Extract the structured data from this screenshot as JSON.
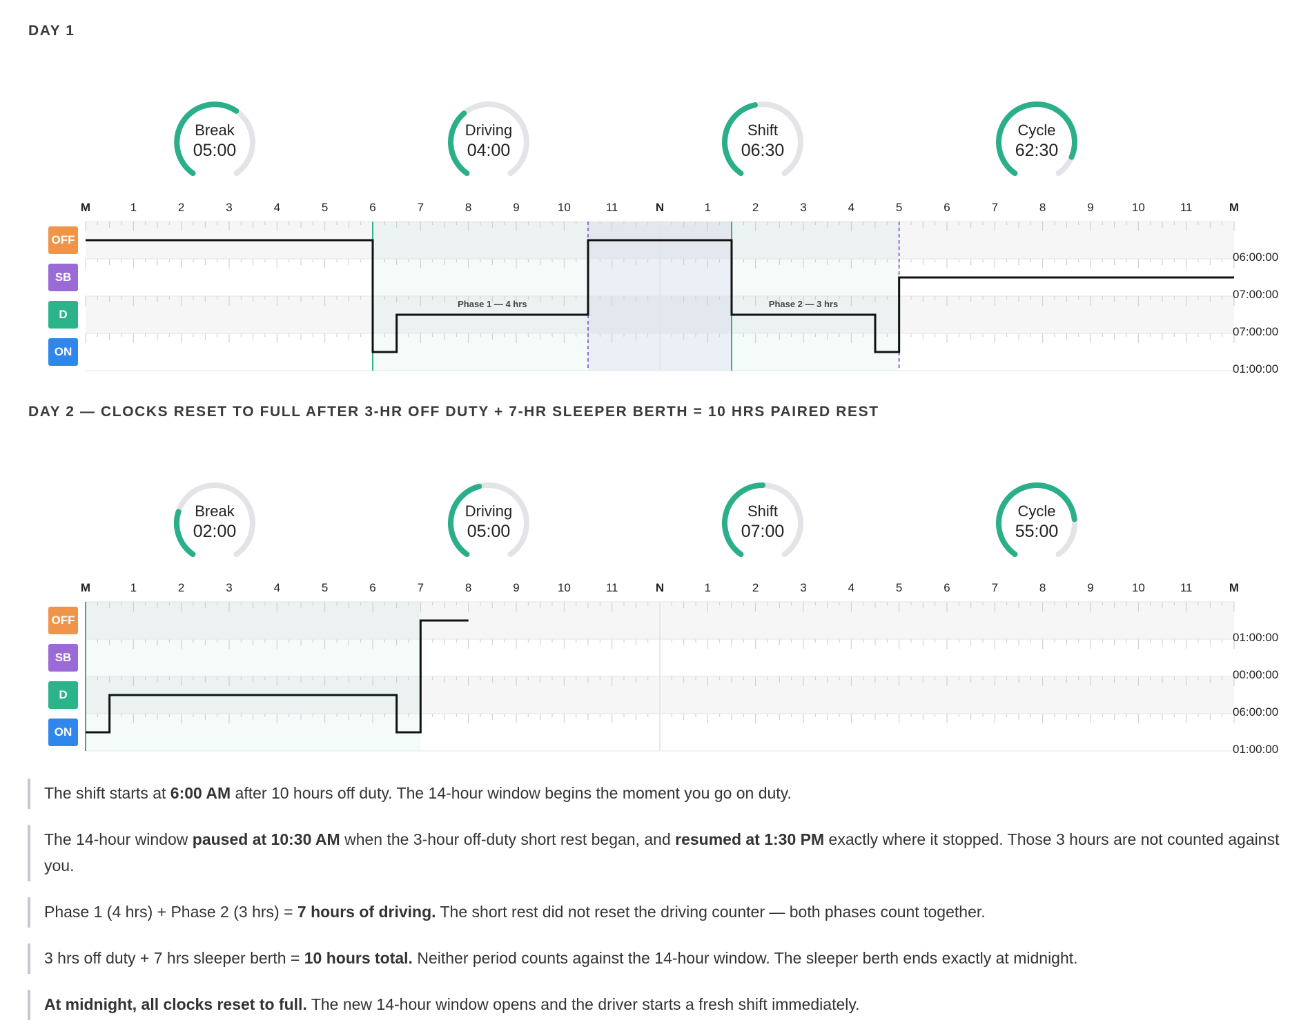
{
  "days": [
    {
      "title": "DAY 1",
      "gauges": [
        {
          "label": "Break",
          "value": "05:00",
          "fraction": 0.62
        },
        {
          "label": "Driving",
          "value": "04:00",
          "fraction": 0.36
        },
        {
          "label": "Shift",
          "value": "06:30",
          "fraction": 0.46
        },
        {
          "label": "Cycle",
          "value": "62:30",
          "fraction": 0.89
        }
      ],
      "status_rows": [
        "OFF",
        "SB",
        "D",
        "ON"
      ],
      "totals": [
        "06:00:00",
        "07:00:00",
        "07:00:00",
        "01:00:00"
      ],
      "segments": [
        {
          "status": "OFF",
          "start": 0,
          "end": 6
        },
        {
          "status": "ON",
          "start": 6,
          "end": 6.5
        },
        {
          "status": "D",
          "start": 6.5,
          "end": 10.5
        },
        {
          "status": "OFF",
          "start": 10.5,
          "end": 13.5
        },
        {
          "status": "D",
          "start": 13.5,
          "end": 16.5
        },
        {
          "status": "ON",
          "start": 16.5,
          "end": 17
        },
        {
          "status": "SB",
          "start": 17,
          "end": 24
        }
      ],
      "shift_window": {
        "start": 6,
        "end": 17
      },
      "paused_window": {
        "start": 10.5,
        "end": 13.5
      },
      "markers": [
        {
          "hour": 6,
          "style": "solid",
          "color": "#2bb389"
        },
        {
          "hour": 10.5,
          "style": "dashed",
          "color": "#8f6fd8"
        },
        {
          "hour": 13.5,
          "style": "solid",
          "color": "#2bb389"
        },
        {
          "hour": 17,
          "style": "dashed",
          "color": "#8f6fd8"
        }
      ],
      "phase_labels": [
        {
          "text": "Phase 1 — 4 hrs",
          "hour": 8.5
        },
        {
          "text": "Phase 2 — 3 hrs",
          "hour": 15
        }
      ]
    },
    {
      "title": "DAY 2 — CLOCKS RESET TO FULL AFTER 3-HR OFF DUTY + 7-HR SLEEPER BERTH = 10 HRS PAIRED REST",
      "gauges": [
        {
          "label": "Break",
          "value": "02:00",
          "fraction": 0.25
        },
        {
          "label": "Driving",
          "value": "05:00",
          "fraction": 0.45
        },
        {
          "label": "Shift",
          "value": "07:00",
          "fraction": 0.5
        },
        {
          "label": "Cycle",
          "value": "55:00",
          "fraction": 0.79
        }
      ],
      "status_rows": [
        "OFF",
        "SB",
        "D",
        "ON"
      ],
      "totals": [
        "01:00:00",
        "00:00:00",
        "06:00:00",
        "01:00:00"
      ],
      "segments": [
        {
          "status": "ON",
          "start": 0,
          "end": 0.5
        },
        {
          "status": "D",
          "start": 0.5,
          "end": 6.5
        },
        {
          "status": "ON",
          "start": 6.5,
          "end": 7
        },
        {
          "status": "OFF",
          "start": 7,
          "end": 8
        }
      ],
      "shift_window": {
        "start": 0,
        "end": 7
      },
      "paused_window": null,
      "markers": [
        {
          "hour": 0,
          "style": "solid",
          "color": "#2bb389"
        }
      ],
      "phase_labels": []
    }
  ],
  "hour_labels": [
    "M",
    "1",
    "2",
    "3",
    "4",
    "5",
    "6",
    "7",
    "8",
    "9",
    "10",
    "11",
    "N",
    "1",
    "2",
    "3",
    "4",
    "5",
    "6",
    "7",
    "8",
    "9",
    "10",
    "11",
    "M"
  ],
  "status_colors": {
    "OFF": "#f0944a",
    "SB": "#9a6ad6",
    "D": "#2bb38a",
    "ON": "#2f86ec"
  },
  "gauge_colors": {
    "active": "#2aaf8a",
    "track": "#e3e4e8"
  },
  "notes": [
    [
      {
        "t": "The shift starts at "
      },
      {
        "t": "6:00 AM",
        "b": true
      },
      {
        "t": " after 10 hours off duty. The 14-hour window begins the moment you go on duty."
      }
    ],
    [
      {
        "t": "The 14-hour window "
      },
      {
        "t": "paused at 10:30 AM",
        "b": true
      },
      {
        "t": " when the 3-hour off-duty short rest began, and "
      },
      {
        "t": "resumed at 1:30 PM",
        "b": true
      },
      {
        "t": " exactly where it stopped. Those 3 hours are not counted against you."
      }
    ],
    [
      {
        "t": "Phase 1 (4 hrs) + Phase 2 (3 hrs) = "
      },
      {
        "t": "7 hours of driving.",
        "b": true
      },
      {
        "t": " The short rest did not reset the driving counter — both phases count together."
      }
    ],
    [
      {
        "t": "3 hrs off duty + 7 hrs sleeper berth = "
      },
      {
        "t": "10 hours total.",
        "b": true
      },
      {
        "t": " Neither period counts against the 14-hour window. The sleeper berth ends exactly at midnight."
      }
    ],
    [
      {
        "t": "At midnight, all clocks reset to full.",
        "b": true
      },
      {
        "t": " The new 14-hour window opens and the driver starts a fresh shift immediately."
      }
    ]
  ]
}
